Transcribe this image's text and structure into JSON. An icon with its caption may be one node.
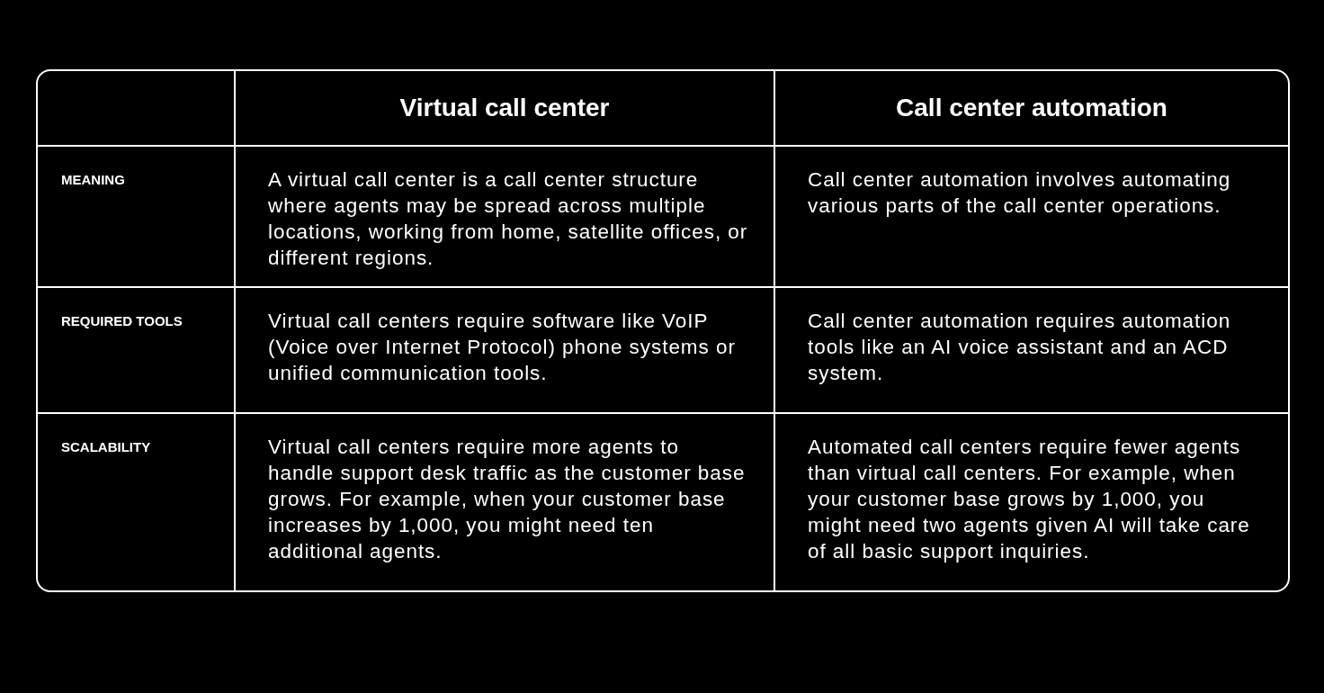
{
  "diagram": {
    "labels": [
      "Virtual call center",
      "Call center automation",
      "MEANING",
      "A virtual call center is a call center structure where agents may be spread across multiple locations, working from home, satellite offices, or different regions.",
      "Call center automation involves automating various parts of the call center operations.",
      "REQUIRED TOOLS",
      "Virtual call centers require software like VoIP (Voice over Internet Protocol) phone systems or unified communication tools.",
      "Call center automation requires automation tools like an AI voice assistant and an ACD system.",
      "SCALABILITY",
      "Virtual call centers require more agents to handle support desk traffic as the customer base grows. For example, when your customer base increases by 1,000, you might need ten additional agents.",
      "Automated call centers require fewer agents than virtual call centers. For example, when your customer base grows by 1,000, you might need two agents given AI will take care of all basic support inquiries."
    ]
  }
}
